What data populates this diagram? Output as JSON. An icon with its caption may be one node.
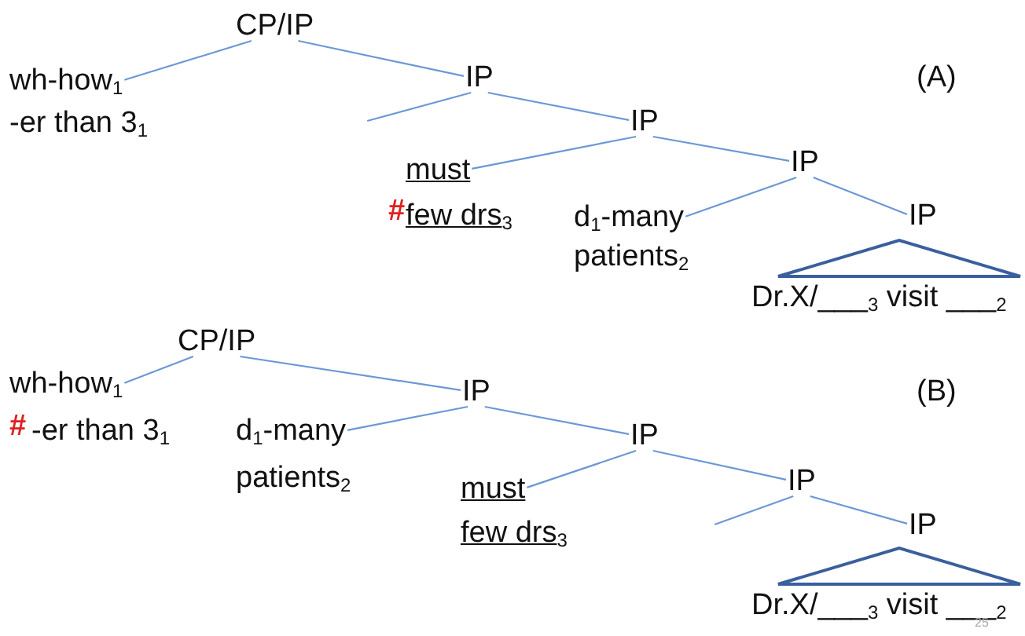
{
  "diagram": {
    "nodes": [
      {
        "text": [
          "CP/IP"
        ]
      },
      {
        "text": [
          "wh-how$_{1}$ -er than 3$_{1}$"
        ]
      },
      {
        "text": [
          "IP"
        ]
      },
      {
        "text": [
          "IP"
        ]
      },
      {
        "text": [
          "must",
          "few drs$_{3}$"
        ],
        "beside": [
          "#"
        ]
      },
      {
        "text": [
          "IP"
        ]
      },
      {
        "text": [
          "d$_{1}$-many patients$_{2}$"
        ]
      },
      {
        "text": [
          "IP"
        ]
      },
      {
        "text": [
          "Dr.X/___$_{3}$ visit ___$_{2}$"
        ]
      },
      {
        "text": [
          "CP/IP"
        ]
      },
      {
        "text": [
          "wh-how$_{1}$ -er than 3$_{1}$"
        ],
        "beside": [
          "#"
        ]
      },
      {
        "text": [
          "IP"
        ]
      },
      {
        "text": [
          "d$_{1}$-many patients$_{2}$"
        ]
      },
      {
        "text": [
          "IP"
        ]
      },
      {
        "text": [
          "must",
          "few drs$_{3}$"
        ]
      },
      {
        "text": [
          "IP"
        ]
      },
      {
        "text": [
          "IP"
        ]
      },
      {
        "text": [
          "Dr.X/___$_{3}$ visit ___$_{2}$"
        ]
      }
    ],
    "edges": [
      {
        "from": 0,
        "to": 1,
        "arrow": "none"
      },
      {
        "from": 0,
        "to": 2,
        "arrow": "none"
      },
      {
        "from": 2,
        "to": null,
        "arrow": "none"
      },
      {
        "from": 2,
        "to": 3,
        "arrow": "none"
      },
      {
        "from": 3,
        "to": 4,
        "arrow": "none"
      },
      {
        "from": 3,
        "to": 5,
        "arrow": "none"
      },
      {
        "from": 5,
        "to": 6,
        "arrow": "none"
      },
      {
        "from": 5,
        "to": 7,
        "arrow": "none"
      },
      {
        "from": 9,
        "to": 10,
        "arrow": "none"
      },
      {
        "from": 9,
        "to": 11,
        "arrow": "none"
      },
      {
        "from": 11,
        "to": 12,
        "arrow": "none"
      },
      {
        "from": 11,
        "to": 13,
        "arrow": "none"
      },
      {
        "from": 13,
        "to": 14,
        "arrow": "none"
      },
      {
        "from": 13,
        "to": 15,
        "arrow": "none"
      },
      {
        "from": 15,
        "to": null,
        "arrow": "none"
      },
      {
        "from": 15,
        "to": 16,
        "arrow": "none"
      }
    ],
    "labels": [
      "(A)",
      "(B)",
      "25"
    ]
  }
}
